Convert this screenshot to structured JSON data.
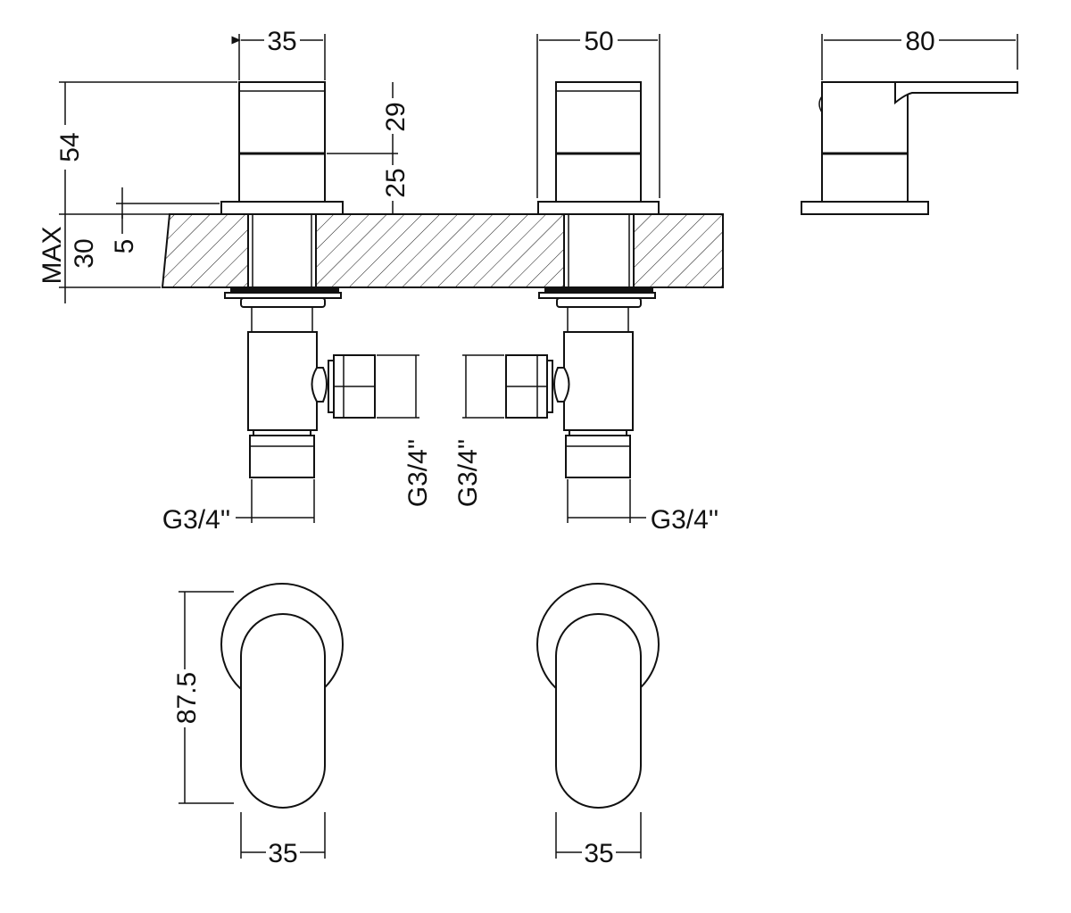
{
  "title": "Deck mounted valve pair technical drawing",
  "units": "mm",
  "dimensions": {
    "handle_width_front": "35",
    "handle_width_lever": "50",
    "side_depth": "80",
    "total_height": "54",
    "upper_height": "29",
    "lower_height": "25",
    "deck_max_label": "MAX",
    "deck_max": "30",
    "plate_thickness": "5",
    "thread_left_bottom": "G3/4''",
    "thread_left_side": "G3/4''",
    "thread_right_side": "G3/4''",
    "thread_right_bottom": "G3/4''",
    "plan_height": "87.5",
    "plan_width_left": "35",
    "plan_width_right": "35"
  }
}
